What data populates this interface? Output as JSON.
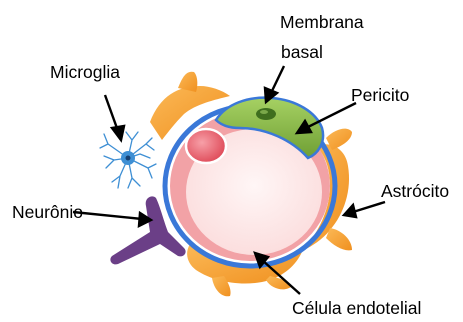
{
  "diagram": {
    "labels": {
      "microglia": "Microglia",
      "membrana_line1": "Membrana",
      "membrana_line2": "basal",
      "pericito": "Pericito",
      "astrocito": "Astrócito",
      "neuronio": "Neurônio",
      "celula_endotelial": "Célula endotelial"
    },
    "colors": {
      "astrocyte": "#f7a33c",
      "basal_membrane": "#3a78d8",
      "endothelial": "#f2a2a6",
      "lumen": "#fdeaea",
      "pericyte": "#8dbf4e",
      "pericyte_nucleus": "#3f6e1e",
      "red_cell": "#e85a66",
      "neuron": "#6b3f87",
      "microglia": "#3e8fd4",
      "arrow": "#000000"
    }
  }
}
